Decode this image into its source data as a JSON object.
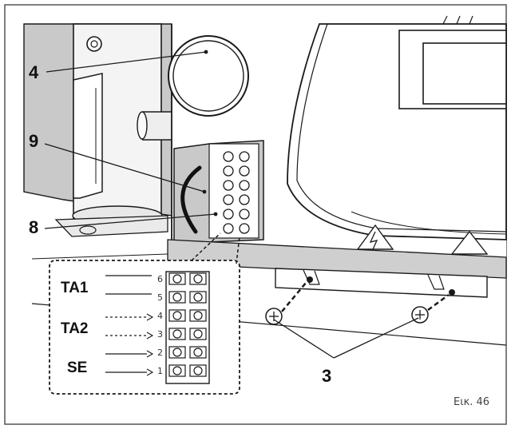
{
  "figure": {
    "caption": "Εικ. 46",
    "callouts": [
      "4",
      "9",
      "8",
      "3"
    ]
  },
  "terminal_block": {
    "labels": [
      "TA1",
      "TA2",
      "SE"
    ],
    "pins": [
      "6",
      "5",
      "4",
      "3",
      "2",
      "1"
    ]
  },
  "colors": {
    "line": "#1a1a1a",
    "panel_gray": "#c9c9c9",
    "frame": "#555555"
  }
}
